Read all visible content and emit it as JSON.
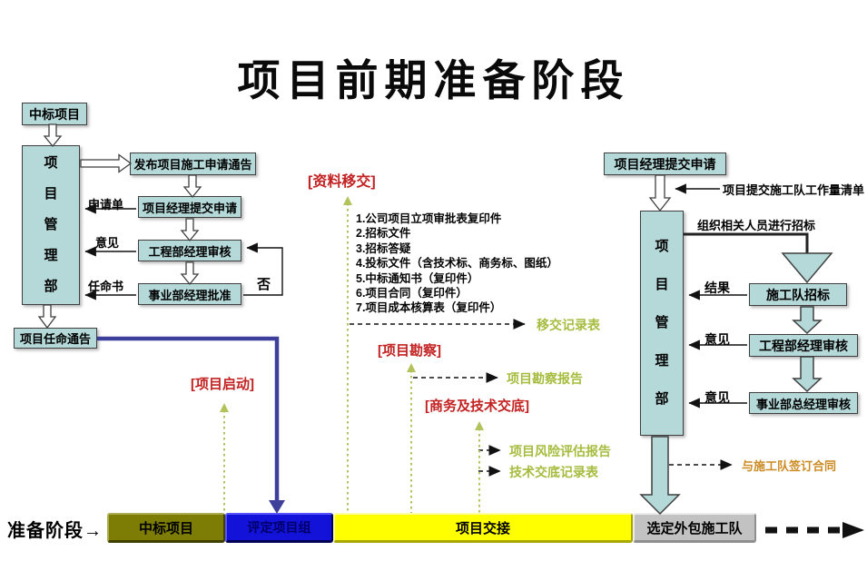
{
  "title": "项目前期准备阶段",
  "left_flow": {
    "win_project": "中标项目",
    "pm_dept": "项目管理部",
    "publish_notice": "发布项目施工申请通告",
    "pm_submit": "项目经理提交申请",
    "eng_mgr_review": "工程部经理审核",
    "div_mgr_approve": "事业部经理批准",
    "appointment_notice": "项目任命通告",
    "apply_form": "申请单",
    "opinion": "意见",
    "appointment_letter": "任命书",
    "no": "否"
  },
  "annotations": {
    "data_handover_tag": "[资料移交]",
    "handover_items": [
      "1.公司项目立项审批表复印件",
      "2.招标文件",
      "3.招标答疑",
      "4.投标文件（含技术标、商务标、图纸）",
      "5.中标通知书（复印件）",
      "6.项目合同（复印件）",
      "7.项目成本核算表（复印件）"
    ],
    "handover_record": "移交记录表",
    "survey_tag": "[项目勘察]",
    "survey_report": "项目勘察报告",
    "briefing_tag": "[商务及技术交底]",
    "risk_report": "项目风险评估报告",
    "briefing_record": "技术交底记录表",
    "launch_tag": "[项目启动]"
  },
  "right_flow": {
    "pm_submit": "项目经理提交申请",
    "workload_list": "项目提交施工队工作量清单",
    "pm_dept": "项目管理部",
    "organize_bidding": "组织相关人员进行招标",
    "team_bidding": "施工队招标",
    "result": "结果",
    "eng_mgr_review": "工程部经理审核",
    "opinion_a": "意见",
    "gm_review": "事业部总经理审核",
    "opinion_b": "意见",
    "sign_contract": "与施工队签订合同"
  },
  "timeline": {
    "axis_label": "准备阶段→",
    "segments": [
      {
        "label": "中标项目",
        "color": "#7d7d05",
        "text_color": "#000000"
      },
      {
        "label": "评定项目组",
        "color": "#1212d8",
        "text_color": "#000066"
      },
      {
        "label": "项目交接",
        "color": "#ffff00",
        "text_color": "#000000"
      },
      {
        "label": "选定外包施工队",
        "color": "#c2c2c2",
        "text_color": "#000000"
      }
    ]
  },
  "colors": {
    "box_fill": "#b5d8d8",
    "box_border": "#3f3f3f",
    "red_tag": "#c32222",
    "green_label": "#a6bc3e",
    "orange_label": "#cc8b22",
    "navy_connector": "#3e3e9b",
    "dotted_green": "#b4c25c"
  }
}
